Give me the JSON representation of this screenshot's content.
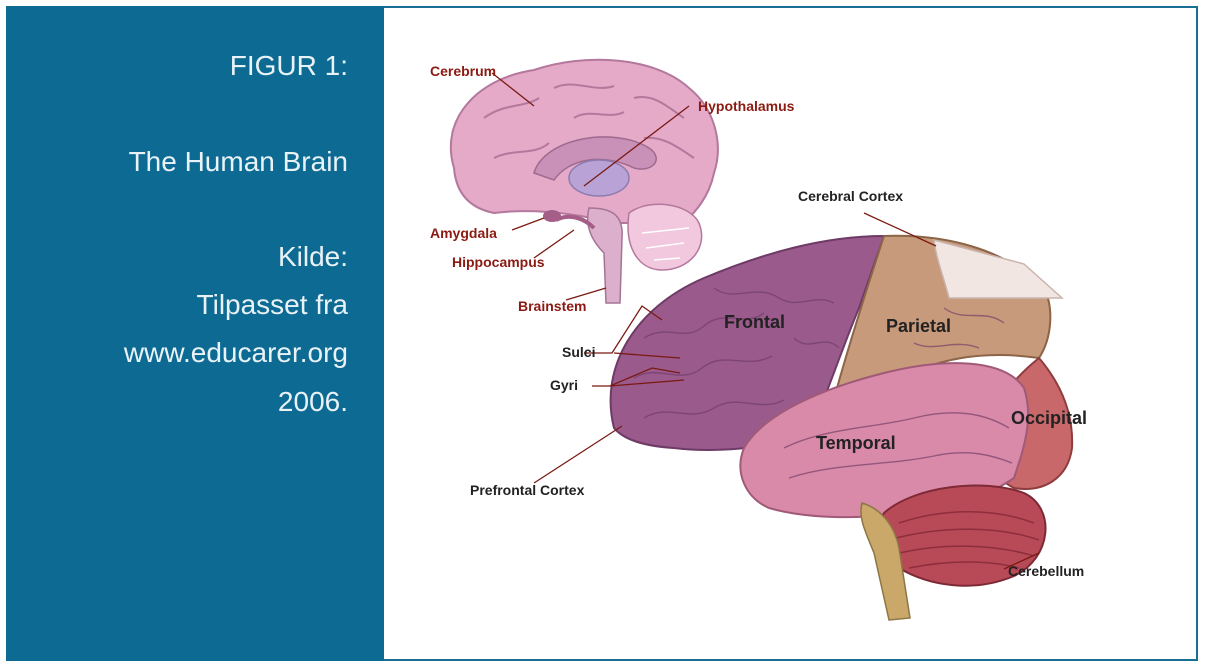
{
  "sidebar": {
    "figure_label": "FIGUR 1:",
    "title": "The Human Brain",
    "source_label": "Kilde:",
    "source_line1": "Tilpasset fra",
    "source_line2": "www.educarer.org",
    "source_year": "2006."
  },
  "diagram": {
    "sagittal_labels": {
      "cerebrum": "Cerebrum",
      "hypothalamus": "Hypothalamus",
      "amygdala": "Amygdala",
      "hippocampus": "Hippocampus",
      "brainstem": "Brainstem"
    },
    "lateral_labels": {
      "cerebral_cortex": "Cerebral Cortex",
      "sulci": "Sulci",
      "gyri": "Gyri",
      "prefrontal_cortex": "Prefrontal Cortex",
      "cerebellum": "Cerebellum"
    },
    "lobes": {
      "frontal": "Frontal",
      "parietal": "Parietal",
      "occipital": "Occipital",
      "temporal": "Temporal"
    },
    "colors": {
      "sidebar_bg": "#0d6b93",
      "frame_border": "#1a6e93",
      "label_red": "#8a1a12",
      "frontal": "#9a5a8c",
      "parietal": "#c89a7c",
      "occipital": "#c9686a",
      "temporal": "#d98aa8",
      "cerebellum": "#b84a58",
      "sagittal": "#e4aac8"
    }
  }
}
